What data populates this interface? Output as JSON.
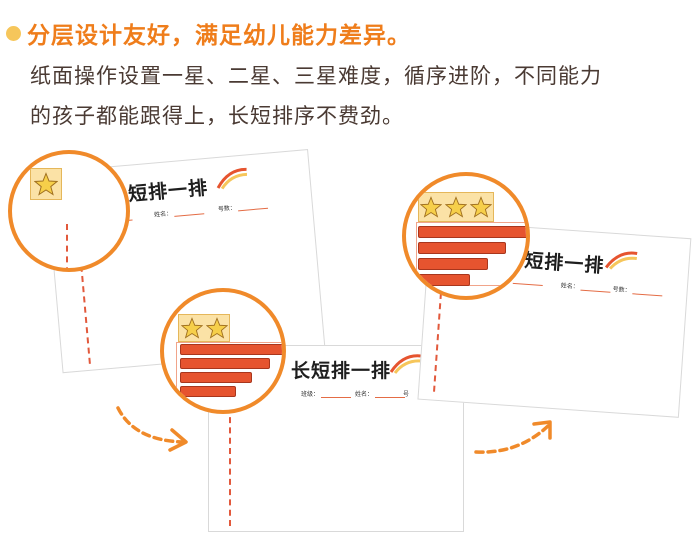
{
  "headline": "分层设计友好，满足幼儿能力差异。",
  "body_lines": [
    "纸面操作设置一星、二星、三星难度，循序进阶，不同能力",
    "的孩子都能跟得上，长短排序不费劲。"
  ],
  "sheet": {
    "title": "长短排一排",
    "title_partial": "短排一排",
    "field_class": "班级：",
    "field_name": "姓名：",
    "field_number": "号数：",
    "field_number_partial": "号"
  },
  "levels": [
    {
      "name": "one-star",
      "stars": 1
    },
    {
      "name": "two-star",
      "stars": 2
    },
    {
      "name": "three-star",
      "stars": 3
    }
  ],
  "colors": {
    "accent_orange": "#ef7d1b",
    "circle_orange": "#f08a2a",
    "bar_red": "#e6542f",
    "star_fill": "#f6cf4a",
    "text_dark": "#4a3a33"
  }
}
